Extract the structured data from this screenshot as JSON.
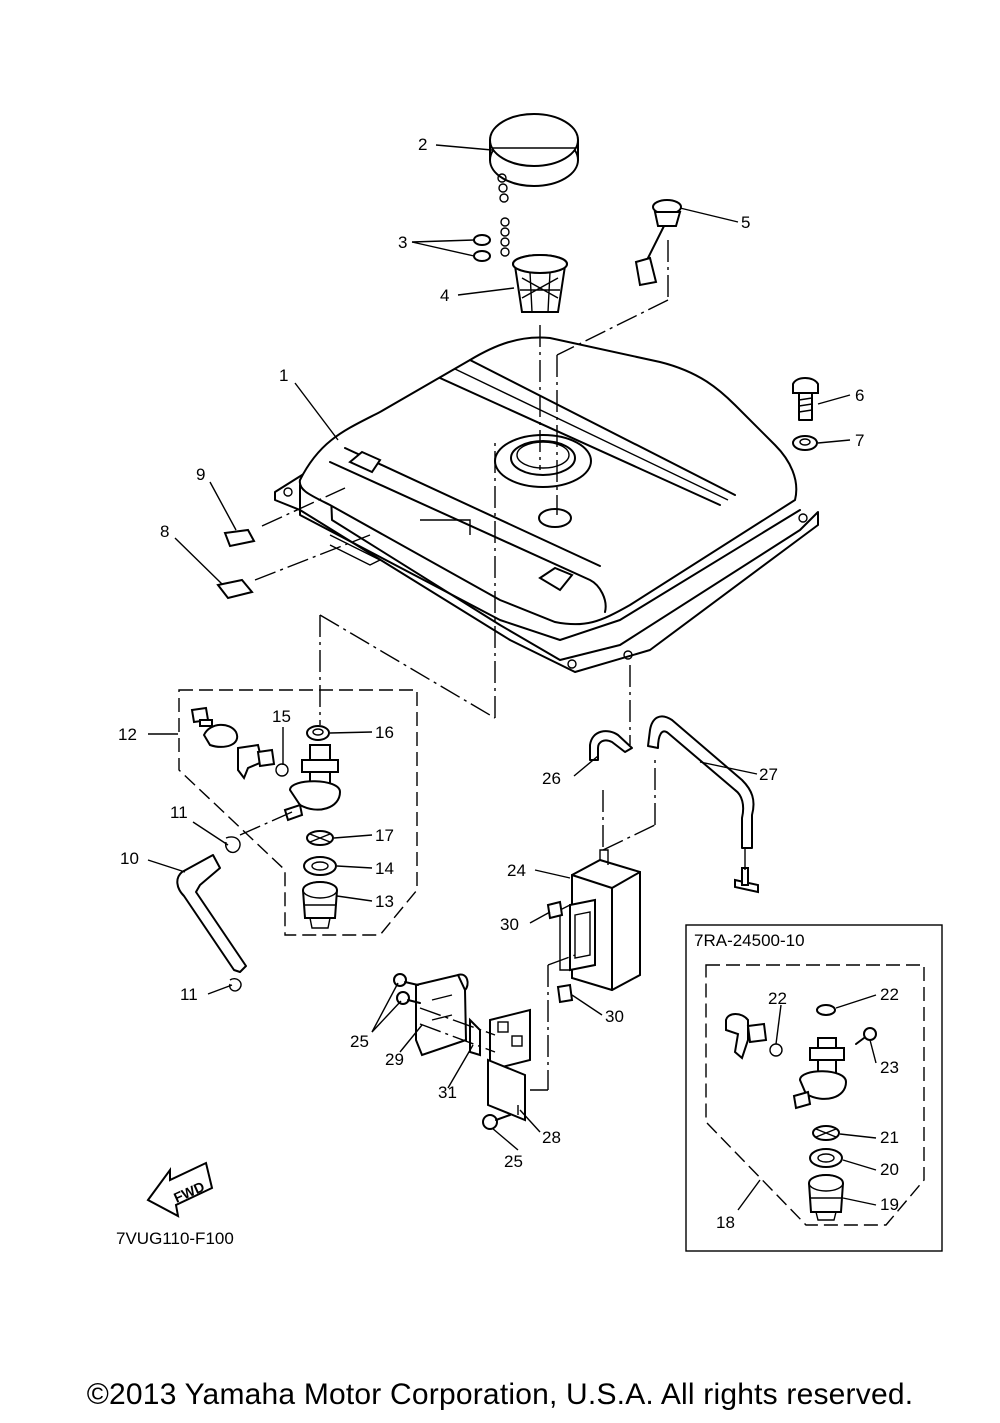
{
  "diagram_code": "7VUG110-F100",
  "kit_label": "7RA-24500-10",
  "fwd_label": "FWD",
  "copyright": "©2013 Yamaha Motor Corporation, U.S.A. All rights reserved.",
  "callouts": [
    "1",
    "2",
    "3",
    "4",
    "5",
    "6",
    "7",
    "8",
    "9",
    "10",
    "11",
    "11",
    "12",
    "13",
    "14",
    "15",
    "16",
    "17",
    "18",
    "19",
    "20",
    "21",
    "22",
    "22",
    "23",
    "24",
    "25",
    "25",
    "26",
    "27",
    "28",
    "29",
    "30",
    "30",
    "31"
  ]
}
